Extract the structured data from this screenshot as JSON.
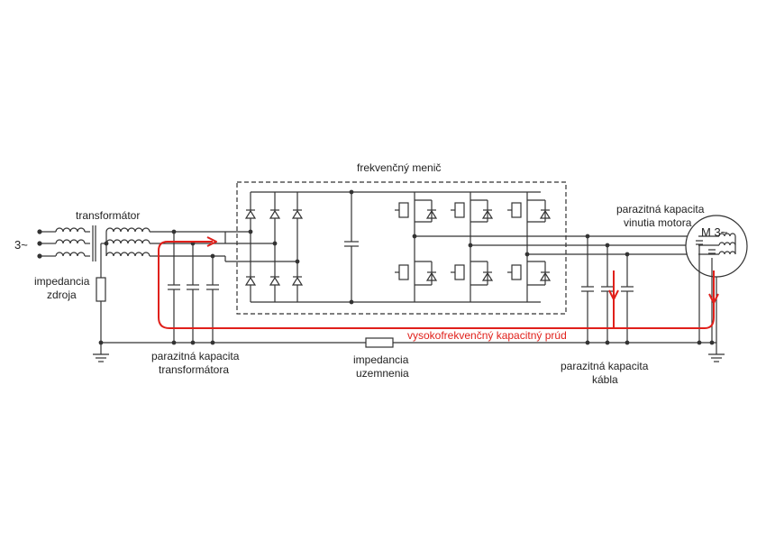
{
  "labels": {
    "three_phase_source": "3~",
    "transformer": "transformátor",
    "source_impedance_line1": "impedancia",
    "source_impedance_line2": "zdroja",
    "frequency_converter": "frekvenčný menič",
    "transformer_capacitance_line1": "parazitná kapacita",
    "transformer_capacitance_line2": "transformátora",
    "ground_impedance_line1": "impedancia",
    "ground_impedance_line2": "uzemnenia",
    "hf_capacitive_current": "vysokofrekvenčný kapacitný prúd",
    "cable_capacitance_line1": "parazitná kapacita",
    "cable_capacitance_line2": "kábla",
    "motor_capacitance_line1": "parazitná kapacita",
    "motor_capacitance_line2": "vinutia motora",
    "motor_symbol": "M 3~"
  },
  "colors": {
    "wire": "#333333",
    "current_path": "#e0201b",
    "background": "#ffffff"
  }
}
